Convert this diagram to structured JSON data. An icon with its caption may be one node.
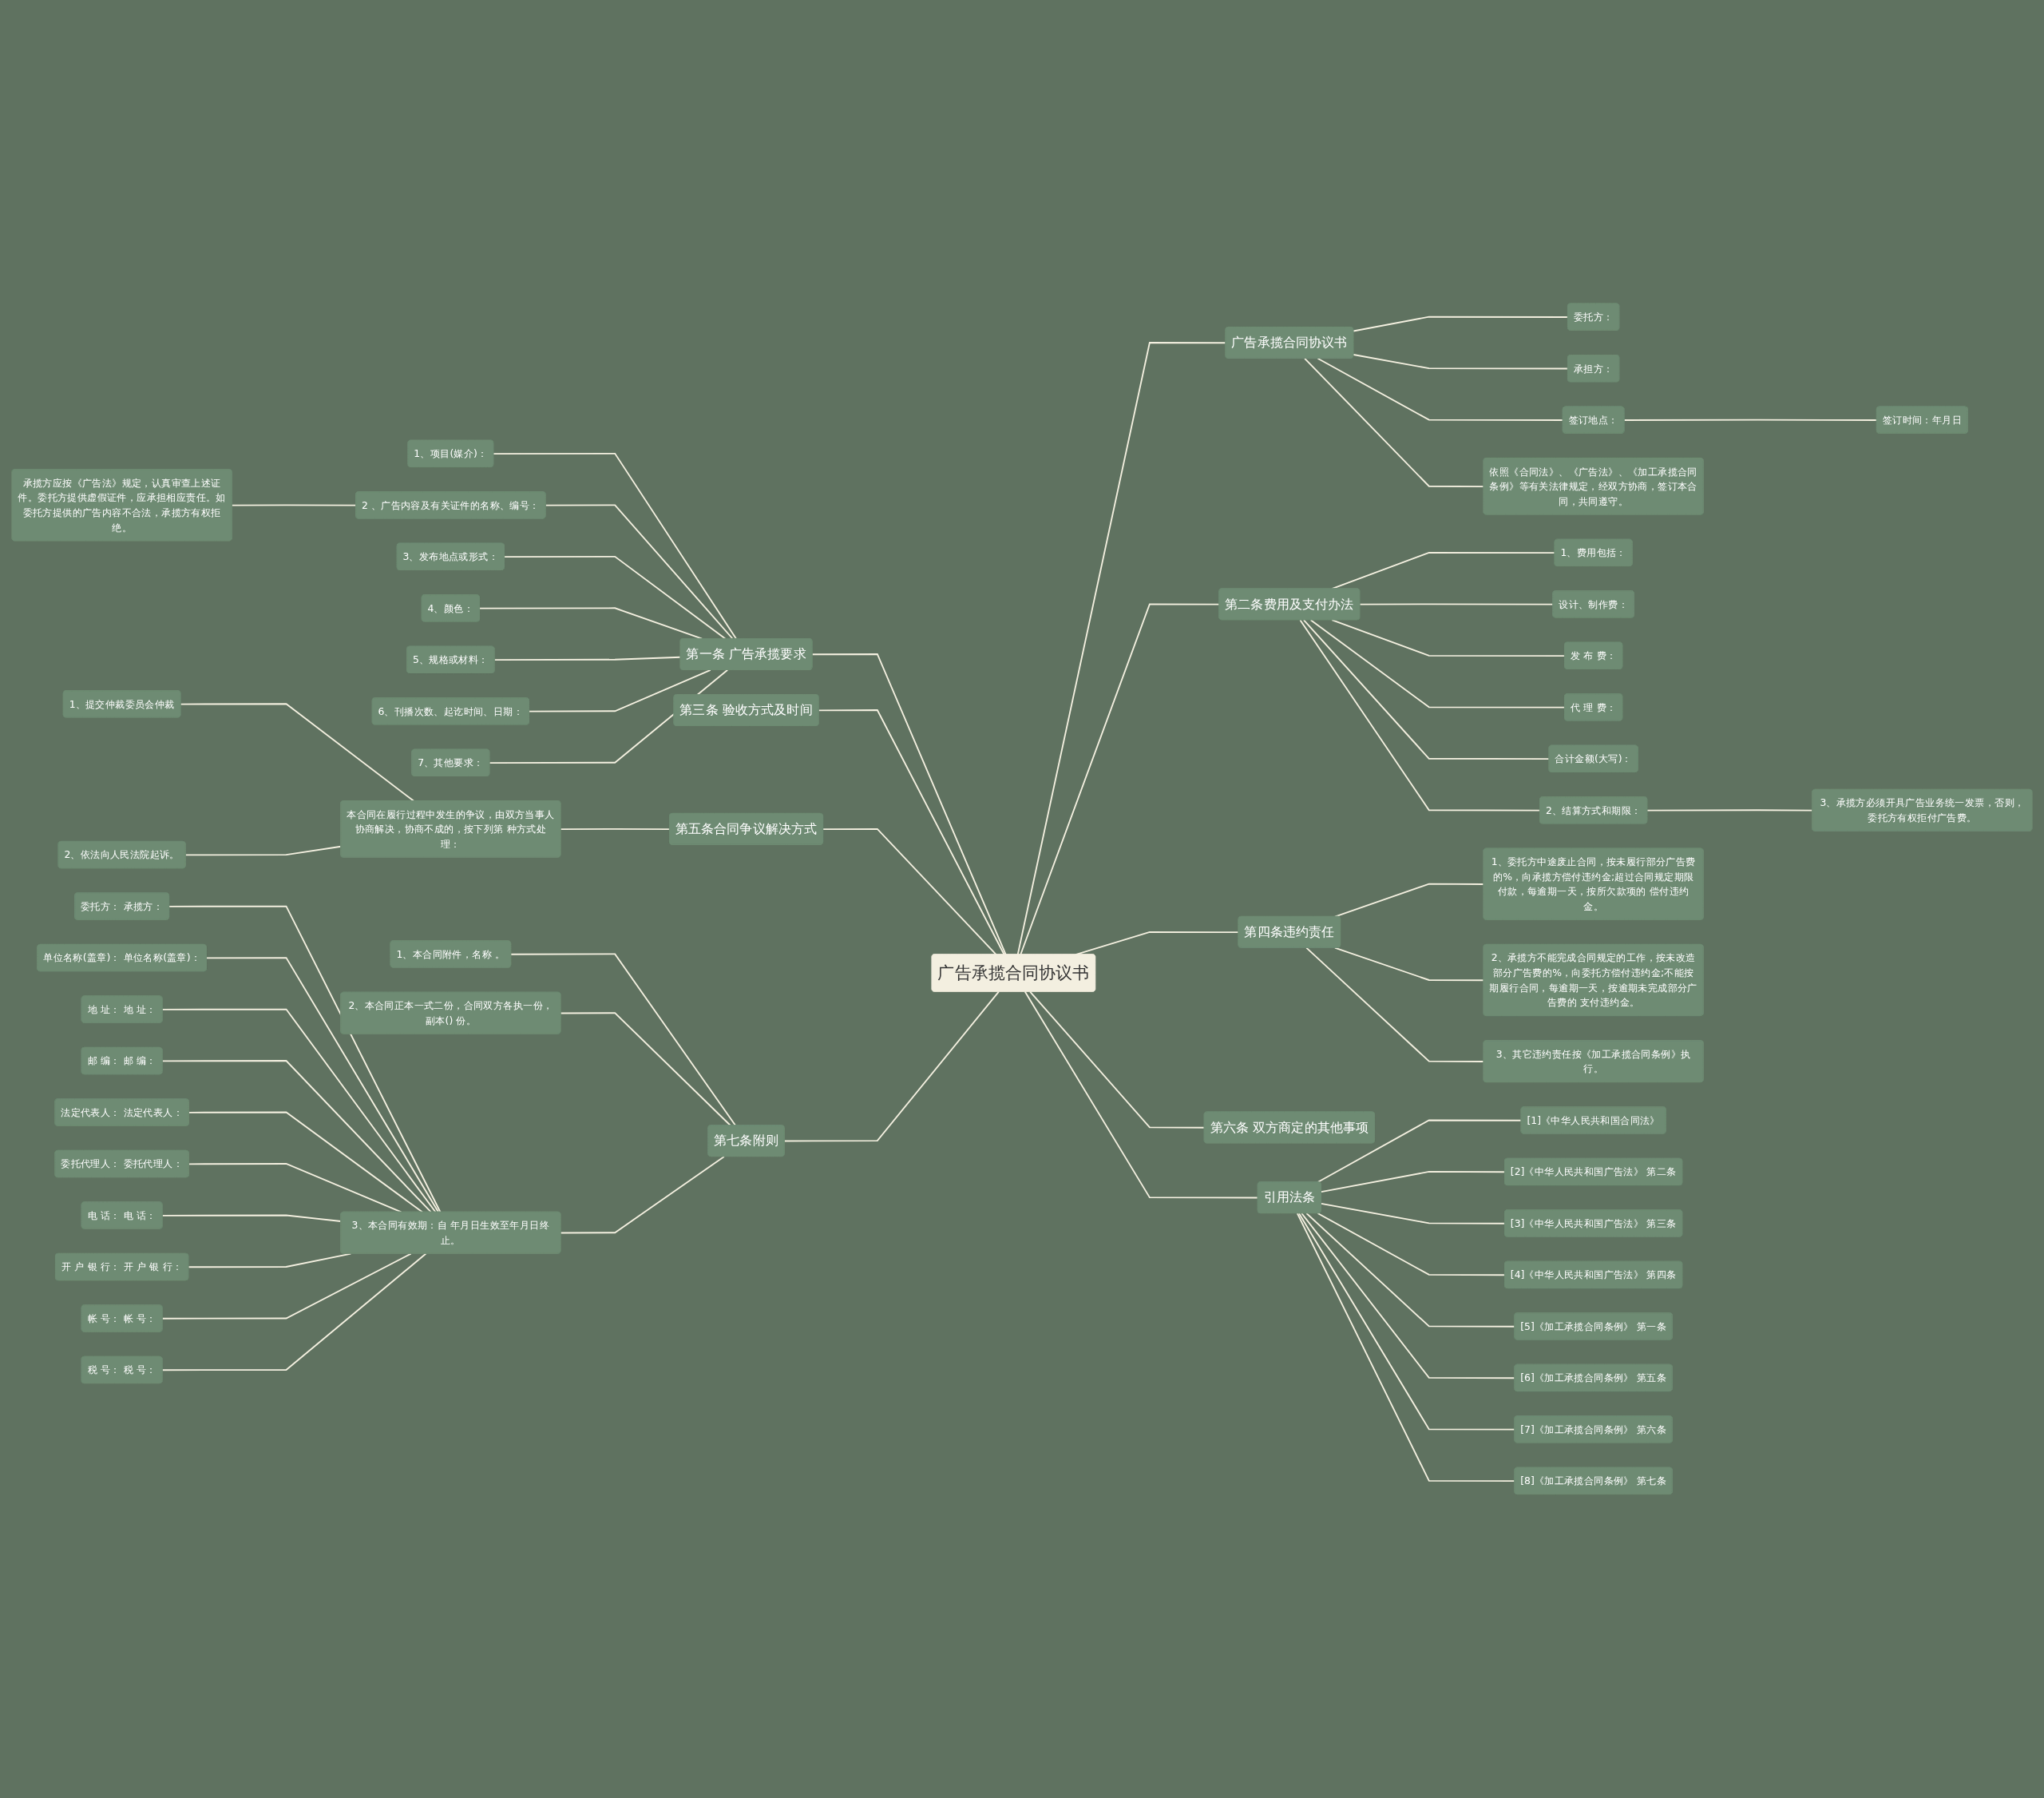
{
  "diagram": {
    "nodes": [
      {
        "text": [
          "广告承揽合同协议书"
        ]
      },
      {
        "text": [
          "广告承揽合同协议书"
        ]
      },
      {
        "text": [
          "委托方："
        ]
      },
      {
        "text": [
          "承担方："
        ]
      },
      {
        "text": [
          "签订地点："
        ]
      },
      {
        "text": [
          "签订时间：年月日"
        ]
      },
      {
        "text": [
          "依照《合同法》、《广告法》、《加工承揽合同条例》等有关法律规定，经双方协商，签订本合同，共同遵守。"
        ]
      },
      {
        "text": [
          "第二条费用及支付办法"
        ]
      },
      {
        "text": [
          "1、费用包括："
        ]
      },
      {
        "text": [
          "设计、制作费："
        ]
      },
      {
        "text": [
          "发 布 费："
        ]
      },
      {
        "text": [
          "代 理 费："
        ]
      },
      {
        "text": [
          "合计金额(大写)："
        ]
      },
      {
        "text": [
          "2、结算方式和期限："
        ]
      },
      {
        "text": [
          "3、承揽方必须开具广告业务统一发票，否则，委托方有权拒付广告费。"
        ]
      },
      {
        "text": [
          "第四条违约责任"
        ]
      },
      {
        "text": [
          "1、委托方中途废止合同，按未履行部分广告费的%，向承揽方偿付违约金;超过合同规定期限付款，每逾期一天，按所欠款项的 偿付违约金。"
        ]
      },
      {
        "text": [
          "2、承揽方不能完成合同规定的工作，按未改造部分广告费的%，向委托方偿付违约金;不能按期履行合同，每逾期一天，按逾期未完成部分广告费的 支付违约金。"
        ]
      },
      {
        "text": [
          "3、其它违约责任按《加工承揽合同条例》执行。"
        ]
      },
      {
        "text": [
          "第六条 双方商定的其他事项"
        ]
      },
      {
        "text": [
          "引用法条"
        ]
      },
      {
        "text": [
          "[1]《中华人民共和国合同法》"
        ]
      },
      {
        "text": [
          "[2]《中华人民共和国广告法》 第二条"
        ]
      },
      {
        "text": [
          "[3]《中华人民共和国广告法》 第三条"
        ]
      },
      {
        "text": [
          "[4]《中华人民共和国广告法》 第四条"
        ]
      },
      {
        "text": [
          "[5]《加工承揽合同条例》 第一条"
        ]
      },
      {
        "text": [
          "[6]《加工承揽合同条例》 第五条"
        ]
      },
      {
        "text": [
          "[7]《加工承揽合同条例》 第六条"
        ]
      },
      {
        "text": [
          "[8]《加工承揽合同条例》 第七条"
        ]
      },
      {
        "text": [
          "第一条 广告承揽要求"
        ]
      },
      {
        "text": [
          "1、项目(媒介)："
        ]
      },
      {
        "text": [
          "2 、广告内容及有关证件的名称、编号："
        ]
      },
      {
        "text": [
          "承揽方应按《广告法》规定，认真审查上述证件。委托方提供虚假证件，应承担相应责任。如委托方提供的广告内容不合法，承揽方有权拒绝。"
        ]
      },
      {
        "text": [
          "3、发布地点或形式："
        ]
      },
      {
        "text": [
          "4、颜色："
        ]
      },
      {
        "text": [
          "5、规格或材料："
        ]
      },
      {
        "text": [
          "6、刊播次数、起讫时间、日期："
        ]
      },
      {
        "text": [
          "7、其他要求："
        ]
      },
      {
        "text": [
          "第三条 验收方式及时间"
        ]
      },
      {
        "text": [
          "第五条合同争议解决方式"
        ]
      },
      {
        "text": [
          "本合同在履行过程中发生的争议，由双方当事人协商解决，协商不成的，按下列第 种方式处理："
        ]
      },
      {
        "text": [
          "1、提交仲裁委员会仲裁"
        ]
      },
      {
        "text": [
          "2、依法向人民法院起诉。"
        ]
      },
      {
        "text": [
          "第七条附则"
        ]
      },
      {
        "text": [
          "1、本合同附件，名称 。"
        ]
      },
      {
        "text": [
          "2、本合同正本一式二份，合同双方各执一份，副本() 份。"
        ]
      },
      {
        "text": [
          "3、本合同有效期：自 年月日生效至年月日终止。"
        ]
      },
      {
        "text": [
          "委托方： 承揽方："
        ]
      },
      {
        "text": [
          "单位名称(盖章)： 单位名称(盖章)："
        ]
      },
      {
        "text": [
          "地 址： 地 址："
        ]
      },
      {
        "text": [
          "邮 编： 邮 编："
        ]
      },
      {
        "text": [
          "法定代表人： 法定代表人："
        ]
      },
      {
        "text": [
          "委托代理人： 委托代理人："
        ]
      },
      {
        "text": [
          "电 话： 电 话："
        ]
      },
      {
        "text": [
          "开 户 银 行： 开 户 银 行："
        ]
      },
      {
        "text": [
          "帐 号： 帐 号："
        ]
      },
      {
        "text": [
          "税 号： 税 号："
        ]
      }
    ],
    "edges": [
      {
        "from": 0,
        "to": 1,
        "arrow": "none"
      },
      {
        "from": 1,
        "to": 2,
        "arrow": "none"
      },
      {
        "from": 1,
        "to": 3,
        "arrow": "none"
      },
      {
        "from": 1,
        "to": 4,
        "arrow": "none"
      },
      {
        "from": 4,
        "to": 5,
        "arrow": "none"
      },
      {
        "from": 1,
        "to": 6,
        "arrow": "none"
      },
      {
        "from": 0,
        "to": 7,
        "arrow": "none"
      },
      {
        "from": 7,
        "to": 8,
        "arrow": "none"
      },
      {
        "from": 7,
        "to": 9,
        "arrow": "none"
      },
      {
        "from": 7,
        "to": 10,
        "arrow": "none"
      },
      {
        "from": 7,
        "to": 11,
        "arrow": "none"
      },
      {
        "from": 7,
        "to": 12,
        "arrow": "none"
      },
      {
        "from": 7,
        "to": 13,
        "arrow": "none"
      },
      {
        "from": 13,
        "to": 14,
        "arrow": "none"
      },
      {
        "from": 0,
        "to": 15,
        "arrow": "none"
      },
      {
        "from": 15,
        "to": 16,
        "arrow": "none"
      },
      {
        "from": 15,
        "to": 17,
        "arrow": "none"
      },
      {
        "from": 15,
        "to": 18,
        "arrow": "none"
      },
      {
        "from": 0,
        "to": 19,
        "arrow": "none"
      },
      {
        "from": 0,
        "to": 20,
        "arrow": "none"
      },
      {
        "from": 20,
        "to": 21,
        "arrow": "none"
      },
      {
        "from": 20,
        "to": 22,
        "arrow": "none"
      },
      {
        "from": 20,
        "to": 23,
        "arrow": "none"
      },
      {
        "from": 20,
        "to": 24,
        "arrow": "none"
      },
      {
        "from": 20,
        "to": 25,
        "arrow": "none"
      },
      {
        "from": 20,
        "to": 26,
        "arrow": "none"
      },
      {
        "from": 20,
        "to": 27,
        "arrow": "none"
      },
      {
        "from": 20,
        "to": 28,
        "arrow": "none"
      },
      {
        "from": 29,
        "to": 0,
        "arrow": "none"
      },
      {
        "from": 30,
        "to": 29,
        "arrow": "none"
      },
      {
        "from": 31,
        "to": 29,
        "arrow": "none"
      },
      {
        "from": 32,
        "to": 31,
        "arrow": "none"
      },
      {
        "from": 33,
        "to": 29,
        "arrow": "none"
      },
      {
        "from": 34,
        "to": 29,
        "arrow": "none"
      },
      {
        "from": 35,
        "to": 29,
        "arrow": "none"
      },
      {
        "from": 36,
        "to": 29,
        "arrow": "none"
      },
      {
        "from": 37,
        "to": 29,
        "arrow": "none"
      },
      {
        "from": 38,
        "to": 0,
        "arrow": "none"
      },
      {
        "from": 39,
        "to": 0,
        "arrow": "none"
      },
      {
        "from": 40,
        "to": 39,
        "arrow": "none"
      },
      {
        "from": 41,
        "to": 40,
        "arrow": "none"
      },
      {
        "from": 42,
        "to": 40,
        "arrow": "none"
      },
      {
        "from": 43,
        "to": 0,
        "arrow": "none"
      },
      {
        "from": 44,
        "to": 43,
        "arrow": "none"
      },
      {
        "from": 45,
        "to": 43,
        "arrow": "none"
      },
      {
        "from": 46,
        "to": 43,
        "arrow": "none"
      },
      {
        "from": 47,
        "to": 46,
        "arrow": "none"
      },
      {
        "from": 48,
        "to": 46,
        "arrow": "none"
      },
      {
        "from": 49,
        "to": 46,
        "arrow": "none"
      },
      {
        "from": 50,
        "to": 46,
        "arrow": "none"
      },
      {
        "from": 51,
        "to": 46,
        "arrow": "none"
      },
      {
        "from": 52,
        "to": 46,
        "arrow": "none"
      },
      {
        "from": 53,
        "to": 46,
        "arrow": "none"
      },
      {
        "from": 54,
        "to": 46,
        "arrow": "none"
      },
      {
        "from": 55,
        "to": 46,
        "arrow": "none"
      },
      {
        "from": 56,
        "to": 46,
        "arrow": "none"
      }
    ]
  }
}
